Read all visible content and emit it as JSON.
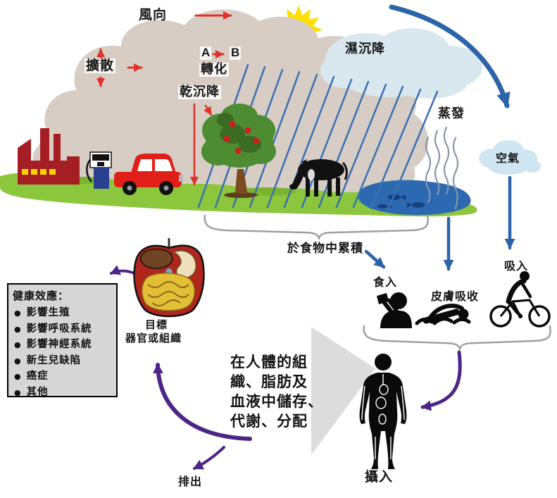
{
  "labels": {
    "wind_direction": "風向",
    "diffusion": "擴散",
    "transform_from": "A",
    "transform_to": "B",
    "transformation": "轉化",
    "dry_deposition": "乾沉降",
    "wet_deposition": "濕沉降",
    "evaporation": "蒸發",
    "air": "空氣",
    "food_accumulation": "於食物中累積",
    "ingestion": "食入",
    "skin_absorption": "皮膚吸收",
    "inhalation": "吸入",
    "target_organ": [
      "目標",
      "器官或組織"
    ],
    "body_storage": [
      "在人體的組",
      "織、脂肪及",
      "血液中儲存、",
      "代謝、分配"
    ],
    "excretion": "排出",
    "intake": "攝入"
  },
  "health_box": {
    "title": "健康效應：",
    "bullet": "●",
    "items": [
      "影響生殖",
      "影響呼吸系統",
      "影響神經系統",
      "新生兒缺陷",
      "癌症",
      "其他"
    ]
  },
  "icons": {
    "sun": "sun-icon",
    "smoke_cloud": "smoke-cloud-icon",
    "rain_cloud": "rain-cloud-icon",
    "rain": "rain-lines-icon",
    "grass": "grass-icon",
    "pond": "pond-fish-icon",
    "tree": "apple-tree-icon",
    "factory": "factory-icon",
    "gas_pump": "gas-pump-icon",
    "car": "car-icon",
    "cow": "cow-icon",
    "vapor": "evaporation-vapor-icon",
    "air_cloud": "air-cloud-icon",
    "organs": "target-organs-icon",
    "human": "human-body-icon",
    "drinking_person": "drinking-person-icon",
    "swimmer": "swimmer-icon",
    "cyclist": "cyclist-icon"
  },
  "colors": {
    "red_arrow": "#e03228",
    "blue_arrow": "#2b64a8",
    "purple_arrow": "#4c2586",
    "smoke_cloud": "#d7cdc5",
    "rain_cloud": "#d9e8ef",
    "air_cloud": "#cfe5f2",
    "sun": "#ffdf00",
    "grass": "#8cc63c",
    "pond": "#2c69b0",
    "factory": "#a51e24",
    "car": "#e02018",
    "health_box_bg": "#d6d6d6"
  }
}
